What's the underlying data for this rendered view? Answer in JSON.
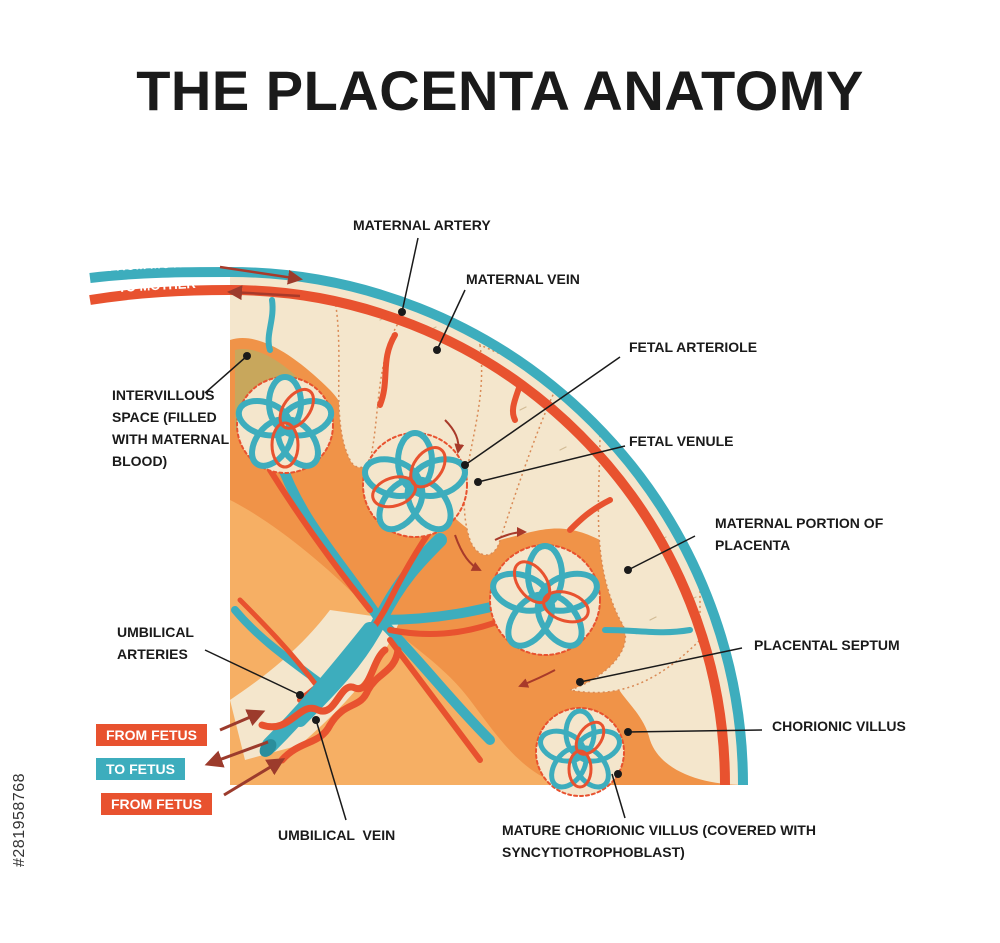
{
  "title": "THE PLACENTA ANATOMY",
  "colors": {
    "blood_red": "#e8522f",
    "vessel_teal": "#3dadbd",
    "tissue_orange": "#f08a3a",
    "tissue_cream": "#f4e6cc",
    "leader_black": "#1a1a1a"
  },
  "flow_labels": {
    "from_mother": "FROM MOTHER",
    "to_mother": "TO MOTHER"
  },
  "labels": {
    "maternal_artery": "MATERNAL ARTERY",
    "maternal_vein": "MATERNAL VEIN",
    "fetal_arteriole": "FETAL ARTERIOLE",
    "fetal_venule": "FETAL VENULE",
    "maternal_portion": "MATERNAL PORTION OF PLACENTA",
    "placental_septum": "PLACENTAL SEPTUM",
    "chorionic_villus": "CHORIONIC VILLUS",
    "mature_chorionic_villus": "MATURE CHORIONIC VILLUS (COVERED WITH SYNCYTIOTROPHOBLAST)",
    "intervillous_space": "INTERVILLOUS SPACE (FILLED WITH MATERNAL BLOOD)",
    "umbilical_arteries": "UMBILICAL ARTERIES",
    "umbilical_vein": "UMBILICAL  VEIN"
  },
  "fetal_flow": {
    "from_fetus_top": "FROM FETUS",
    "to_fetus": "TO FETUS",
    "from_fetus_bottom": "FROM FETUS"
  },
  "stock_id": "#281958768"
}
